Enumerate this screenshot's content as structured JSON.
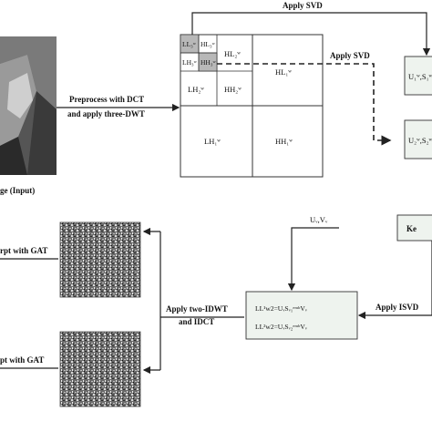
{
  "labels": {
    "apply_svd_top": "Apply  SVD",
    "apply_svd_mid": "Apply  SVD",
    "preprocess_line1": "Preprocess with DCT",
    "preprocess_line2": "and apply three-DWT",
    "input_caption": "ge (Input)",
    "encrypt_top": "rpt with GAT",
    "encrypt_bottom": "pt with GAT",
    "idwt_line1": "Apply two-IDWT",
    "idwt_line2": "and IDCT",
    "apply_isvd": "Apply ISVD",
    "uw_vw": "Uᵥ,Vᵥ",
    "key": "Ke"
  },
  "dwt_grid": {
    "ll3": "LL₃ʷ",
    "hl3": "HL₃ʷ",
    "lh3": "LH₃ʷ",
    "hh3": "HH₃ʷ",
    "hl2": "HL₂ʷ",
    "lh2": "LH₂ʷ",
    "hh2": "HH₂ʷ",
    "hl1": "HL₁ʷ",
    "lh1": "LH₁ʷ",
    "hh1": "HH₁ʷ"
  },
  "svd_boxes": {
    "top": "U₁ʷ,S₁ʷ",
    "bottom": "U₂ʷ,S₂ʷ"
  },
  "formula": {
    "line1": "LL¹w2=UᵥSᵥ₁ᵉᵐᵇVᵥ",
    "line2": "LL²w2=UᵥSᵥ₂ᵉᵐᵇVᵥ"
  },
  "colors": {
    "box_fill": "#eef3ee",
    "highlight_cell": "#b8b8b8"
  }
}
